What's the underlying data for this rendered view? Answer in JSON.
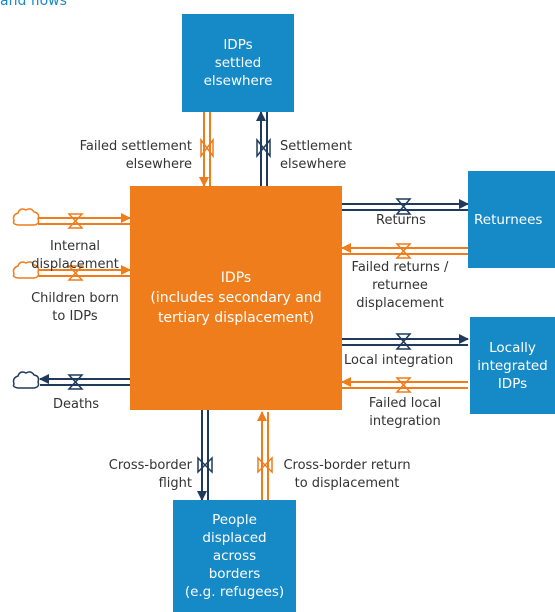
{
  "header_fragment": "and flows",
  "stocks": {
    "idps": "IDPs\n(includes secondary and\ntertiary displacement)",
    "settled_elsewhere": "IDPs\nsettled\nelsewhere",
    "returnees": "Returnees",
    "locally_integrated": "Locally\nintegrated\nIDPs",
    "displaced_across_borders": "People\ndisplaced\nacross\nborders\n(e.g. refugees)"
  },
  "flows": {
    "failed_settlement": "Failed settlement\nelsewhere",
    "settlement": "Settlement\nelsewhere",
    "internal_displacement": "Internal\ndisplacement",
    "children_born": "Children born\nto IDPs",
    "deaths": "Deaths",
    "returns": "Returns",
    "failed_returns": "Failed returns /\nreturnee\ndisplacement",
    "local_integration": "Local integration",
    "failed_local_integration": "Failed local\nintegration",
    "cross_border_flight": "Cross-border\nflight",
    "cross_border_return": "Cross-border return\nto displacement"
  },
  "colors": {
    "blue": "#1689c7",
    "orange": "#ef7d1b",
    "navy": "#1f3a5c",
    "header": "#1a8ac6"
  }
}
